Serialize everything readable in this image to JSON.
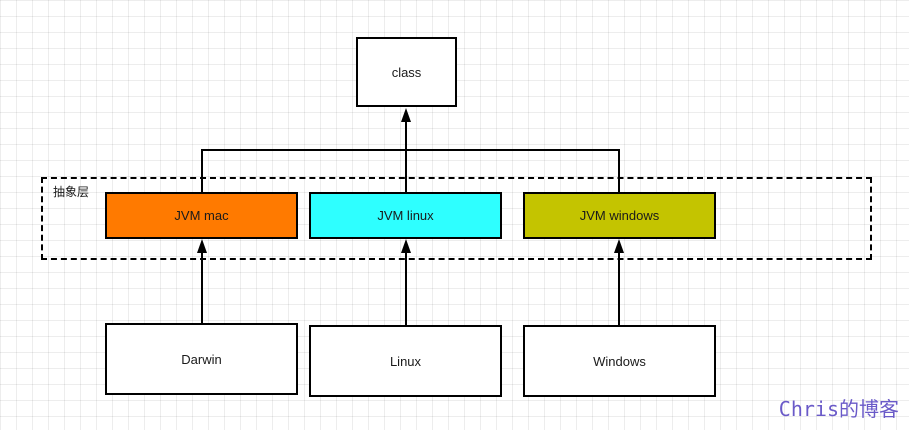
{
  "diagram": {
    "top": {
      "label": "class"
    },
    "layer": {
      "label": "抽象层"
    },
    "jvms": [
      {
        "id": "jvm-mac",
        "label": "JVM mac",
        "color": "#ff7a00"
      },
      {
        "id": "jvm-linux",
        "label": "JVM linux",
        "color": "#2effff"
      },
      {
        "id": "jvm-windows",
        "label": "JVM windows",
        "color": "#c4c400"
      }
    ],
    "platforms": [
      {
        "id": "darwin",
        "label": "Darwin"
      },
      {
        "id": "linux",
        "label": "Linux"
      },
      {
        "id": "windows",
        "label": "Windows"
      }
    ]
  },
  "watermark": "Chris的博客"
}
